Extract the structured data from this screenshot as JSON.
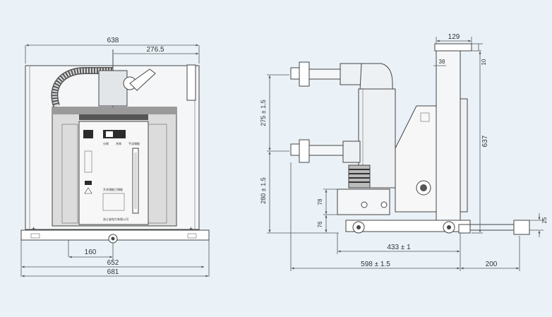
{
  "front_view": {
    "dimensions": {
      "top_width": "638",
      "center_offset": "276.5",
      "rail_spacing": "160",
      "base_width": "652",
      "overall_width": "681"
    },
    "panel_text": {
      "label_1": "开关储能已储能",
      "label_2": "分闸",
      "label_3": "合闸",
      "label_4": "手动储能",
      "nameplate": "浙江省电力有限公司"
    }
  },
  "side_view": {
    "dimensions": {
      "top_width": "129",
      "offset_38": "38",
      "offset_10": "10",
      "pole_spacing": "275 ± 1.5",
      "lower_height": "280 ± 1.5",
      "height_78": "78",
      "height_76": "76",
      "overall_height": "637",
      "length_433": "433 ± 1",
      "length_598": "598 ± 1.5",
      "extension_200": "200",
      "height_25": "25"
    }
  },
  "colors": {
    "background": "#eaf2f8",
    "line": "#444444",
    "body_fill": "#e8ecef",
    "dark": "#2b2b2b"
  }
}
